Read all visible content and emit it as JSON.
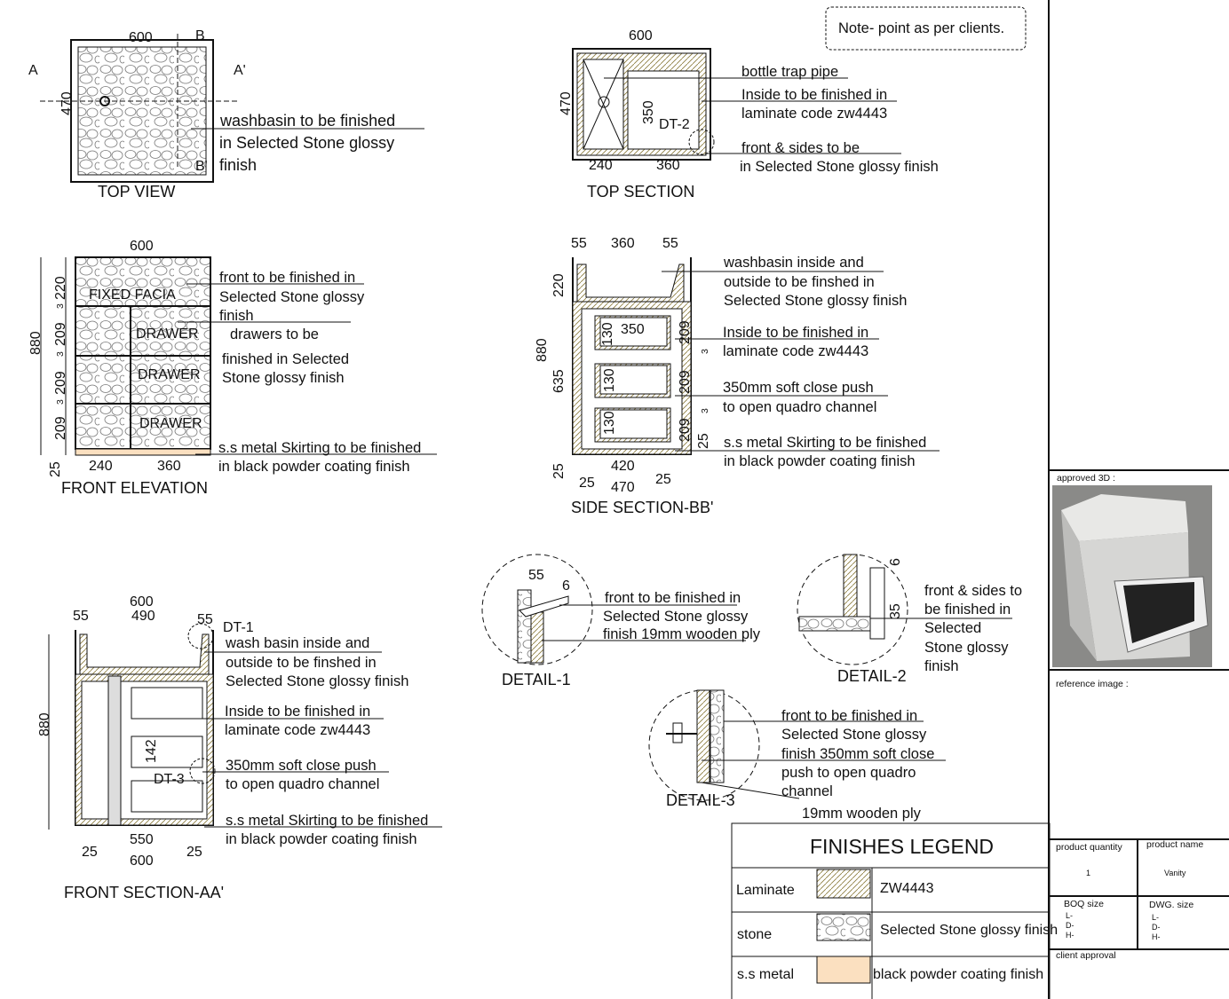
{
  "note": "Note- point as per clients.",
  "top_view": {
    "title": "TOP VIEW",
    "w": "600",
    "d": "470",
    "a": "A",
    "a2": "A'",
    "b": "B",
    "b2": "B'",
    "notes": [
      "washbasin to be finished",
      "in Selected Stone glossy",
      "finish"
    ]
  },
  "top_section": {
    "title": "TOP SECTION",
    "w": "600",
    "d": "470",
    "h": "350",
    "dt": "DT-2",
    "w1": "240",
    "w2": "360",
    "notes": [
      "bottle trap pipe",
      "Inside to be finished in",
      "laminate code zw4443",
      "front & sides to be",
      "in Selected Stone glossy finish"
    ]
  },
  "front_elevation": {
    "title": "FRONT ELEVATION",
    "w": "600",
    "h": "880",
    "dims": [
      "220",
      "3",
      "209",
      "3",
      "209",
      "3",
      "209",
      "25"
    ],
    "w1": "240",
    "w2": "360",
    "labels": [
      "FIXED FACIA",
      "DRAWER",
      "DRAWER",
      "DRAWER"
    ],
    "notes": [
      "front to be finished in",
      "Selected Stone glossy",
      "finish",
      "drawers to be",
      "finished in Selected",
      "Stone glossy finish",
      "s.s metal Skirting to be finished",
      "in black powder coating finish"
    ]
  },
  "side_section": {
    "title": "SIDE SECTION-BB'",
    "top": [
      "55",
      "360",
      "55"
    ],
    "h": "880",
    "h1": "220",
    "h2": "635",
    "drawer_h": [
      "130",
      "130",
      "130"
    ],
    "drawer_w": "350",
    "right": [
      "209",
      "3",
      "209",
      "3",
      "209",
      "25"
    ],
    "bottom": [
      "25",
      "420",
      "25",
      "470",
      "25"
    ],
    "notes": [
      "washbasin inside and",
      "outside to be finshed in",
      "Selected Stone glossy finish",
      "Inside to be finished in",
      "laminate code zw4443",
      "350mm soft close push",
      "to open quadro channel",
      "s.s metal Skirting to be finished",
      "in black powder coating finish"
    ]
  },
  "front_section": {
    "title": "FRONT SECTION-AA'",
    "w": "600",
    "w_in": "490",
    "l55": "55",
    "r55": "55",
    "dt1": "DT-1",
    "h": "880",
    "d142": "142",
    "dt3": "DT-3",
    "w550": "550",
    "b25a": "25",
    "b600": "600",
    "b25b": "25",
    "notes": [
      "wash basin inside and",
      "outside to be finshed in",
      "Selected Stone glossy finish",
      "Inside to be finished in",
      "laminate code zw4443",
      "350mm soft close push",
      "to open quadro channel",
      "s.s metal Skirting to be finished",
      "in black powder coating finish"
    ]
  },
  "detail1": {
    "title": "DETAIL-1",
    "d55": "55",
    "d6": "6",
    "notes": [
      "front to be finished in",
      "Selected Stone glossy",
      "finish 19mm wooden ply"
    ]
  },
  "detail2": {
    "title": "DETAIL-2",
    "d6": "6",
    "d35": "35",
    "notes": [
      "front & sides to",
      "be finished in",
      "Selected",
      "Stone glossy",
      "finish"
    ]
  },
  "detail3": {
    "title": "DETAIL-3",
    "notes": [
      "front to be finished in",
      "Selected Stone glossy",
      "finish 350mm soft close",
      "push to open quadro",
      "channel",
      "19mm wooden ply"
    ]
  },
  "legend": {
    "title": "FINISHES LEGEND",
    "rows": [
      {
        "name": "Laminate",
        "value": "ZW4443"
      },
      {
        "name": "stone",
        "value": "Selected Stone glossy finish"
      },
      {
        "name": "s.s metal",
        "value": "black powder coating finish"
      }
    ],
    "metal_color": "#fbe0c0"
  },
  "title_block": {
    "approved_3d": "approved 3D :",
    "reference_image": "reference image :",
    "product_quantity": "product quantity",
    "quantity": "1",
    "product_name": "product name",
    "name": "Vanity",
    "boq_size": "BOQ size",
    "dwg_size": "DWG. size",
    "l": "L-",
    "d": "D-",
    "h": "H-",
    "client_approval": "client approval"
  }
}
